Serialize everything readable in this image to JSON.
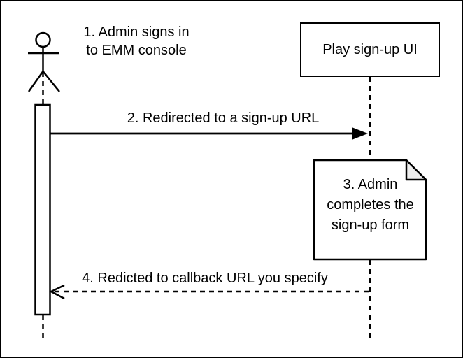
{
  "diagram": {
    "type": "sequence-diagram",
    "colors": {
      "stroke": "#000000",
      "background": "#ffffff",
      "shape_fill": "#ffffff",
      "note_fold_fill": "#eeeeee"
    },
    "actor": {
      "icon": "stick-figure-icon",
      "label": "1. Admin signs in\nto EMM console"
    },
    "participant": {
      "label": "Play sign-up UI"
    },
    "messages": [
      {
        "step": "2",
        "label": "2. Redirected to a sign-up URL",
        "line_style": "solid",
        "arrowhead": "filled",
        "direction": "left-to-right"
      },
      {
        "step": "4",
        "label": "4. Redicted to callback URL you specify",
        "line_style": "dashed",
        "arrowhead": "open",
        "direction": "right-to-left"
      }
    ],
    "note": {
      "label": "3. Admin\ncompletes the\nsign-up form"
    }
  }
}
